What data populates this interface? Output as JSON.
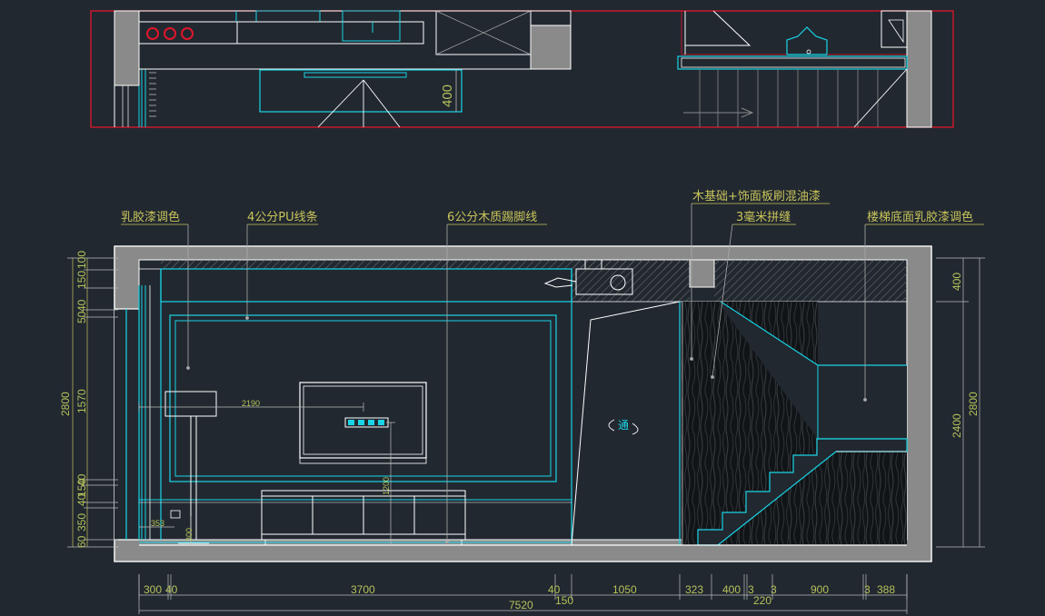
{
  "colors": {
    "background": "#212830",
    "wall": "#8a8a8a",
    "wall_edge": "#ffffff",
    "cyan": "#19d4e6",
    "red": "#e0162b",
    "annotation": "#c9c45a",
    "dimension": "#b6c25a"
  },
  "plan": {
    "dim_400": "400"
  },
  "labels": {
    "latex_paint": "乳胶漆调色",
    "pu_line": "4公分PU线条",
    "wood_skirting": "6公分木质踢脚线",
    "wood_base": "木基础+饰面板刷混油漆",
    "groove": "3毫米拼缝",
    "stair_bottom": "楼梯底面乳胶漆调色",
    "pass_through": "通"
  },
  "inner_dims": {
    "d2190": "2190",
    "d1200": "1200",
    "d353": "353",
    "d300": "300"
  },
  "left_dims": {
    "total": "2800",
    "segments": [
      "100",
      "150",
      "40",
      "50",
      "1570",
      "40",
      "150",
      "40",
      "350",
      "60"
    ]
  },
  "right_dims": {
    "top": "400",
    "middle": "2400",
    "total": "2800"
  },
  "bottom_dims": {
    "segments": [
      "300",
      "40",
      "3700",
      "40",
      "1050",
      "323",
      "400",
      "3",
      "3",
      "900",
      "3",
      "388"
    ],
    "d150": "150",
    "d220": "220",
    "total": "7520"
  }
}
